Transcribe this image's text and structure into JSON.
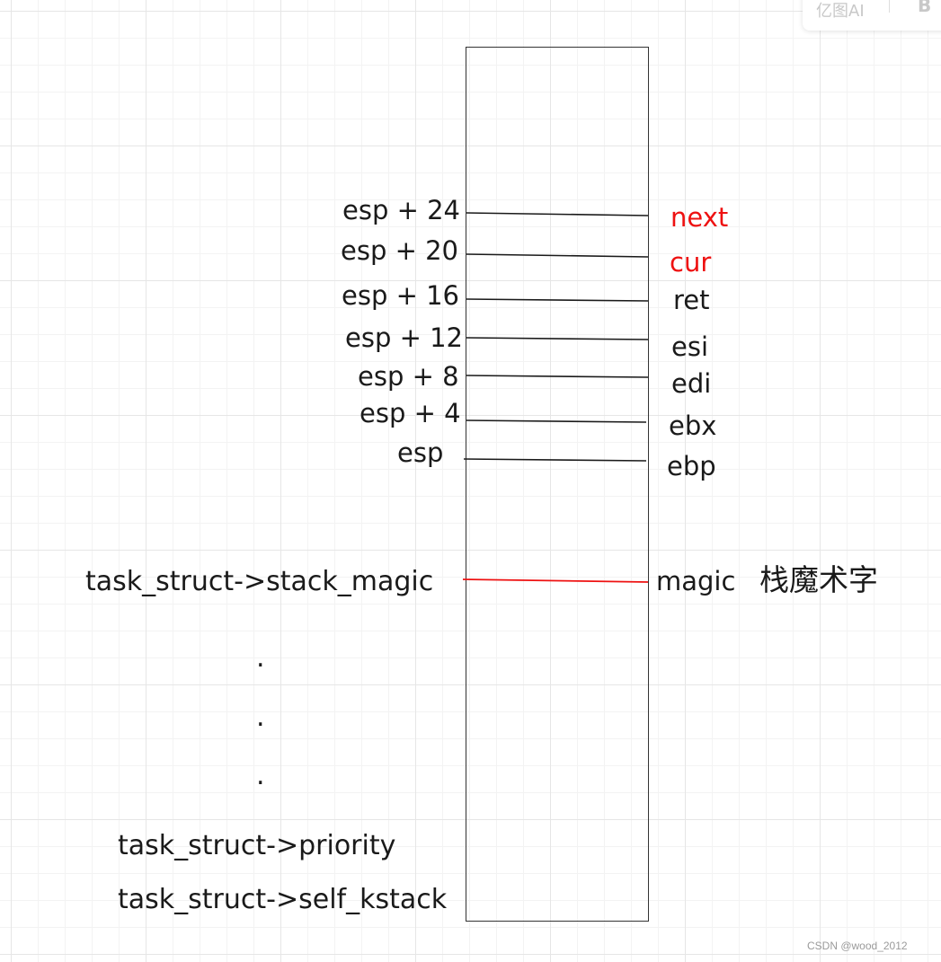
{
  "app_badge": {
    "name": "亿图AI",
    "letter": "B"
  },
  "stack_entries": [
    {
      "offset": "esp + 24",
      "register": "next",
      "highlight": true
    },
    {
      "offset": "esp + 20",
      "register": "cur",
      "highlight": true
    },
    {
      "offset": "esp + 16",
      "register": "ret",
      "highlight": false
    },
    {
      "offset": "esp + 12",
      "register": "esi",
      "highlight": false
    },
    {
      "offset": "esp + 8",
      "register": "edi",
      "highlight": false
    },
    {
      "offset": "esp + 4",
      "register": "ebx",
      "highlight": false
    },
    {
      "offset": "esp",
      "register": "ebp",
      "highlight": false
    }
  ],
  "magic": {
    "left_label": "task_struct->stack_magic",
    "right_label": "magic",
    "cjk_label": "栈魔术字"
  },
  "ellipsis": [
    ".",
    ".",
    "."
  ],
  "bottom_fields": [
    "task_struct->priority",
    "task_struct->self_kstack"
  ],
  "watermark": "CSDN @wood_2012",
  "colors": {
    "highlight": "#ee1111",
    "magic_line": "#ee1111",
    "line": "#1a1a1a",
    "box_border": "#333333"
  }
}
